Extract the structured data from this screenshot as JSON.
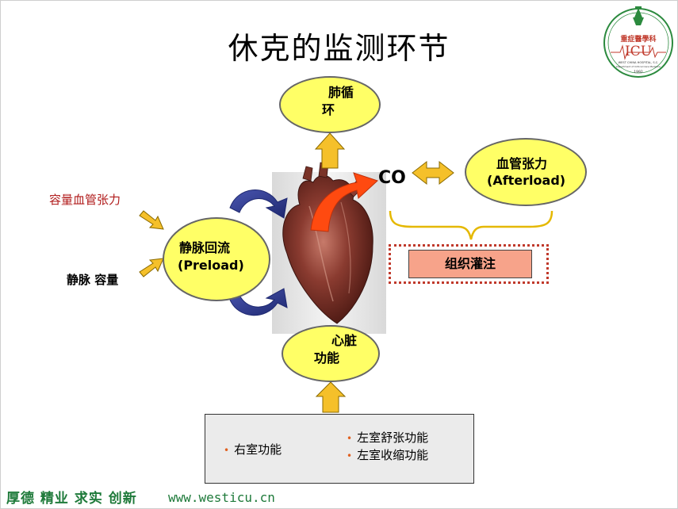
{
  "title": "休克的监测环节",
  "logo": {
    "name": "重症醫學科",
    "abbr": "ICU",
    "sub1": "WEST CHINA HOSPITAL, S.C.",
    "sub2": "Department of Critical Care Medicine",
    "year": "1992"
  },
  "nodes": {
    "pulmonary": {
      "line1": "肺循",
      "line2": "环"
    },
    "vascular_tone": {
      "line1": "血管张力",
      "line2": "(Afterload)"
    },
    "venous_return": {
      "line1": "静脉回流",
      "line2": "(Preload)"
    },
    "cardiac_function": {
      "line1": "心脏",
      "line2": "功能"
    },
    "co": "CO",
    "tissue_perfusion": "组织灌注"
  },
  "labels": {
    "capacity_vascular_tone": "容量血管张力",
    "venous_capacity": "静脉 容量"
  },
  "bottom_box": {
    "left_item": "右室功能",
    "right_items": [
      "左室舒张功能",
      "左室收缩功能"
    ]
  },
  "footer": {
    "motto": "厚德 精业 求实 创新",
    "url": "www.westicu.cn"
  },
  "colors": {
    "ellipse_fill": "#ffff66",
    "arrow_yellow": "#f5c02a",
    "arrow_blue": "#2e3a8c",
    "arrow_red": "#ff4a10",
    "tissue_fill": "#f7a38a",
    "footer_green": "#1e7a3a",
    "label_red": "#b01a1a"
  }
}
